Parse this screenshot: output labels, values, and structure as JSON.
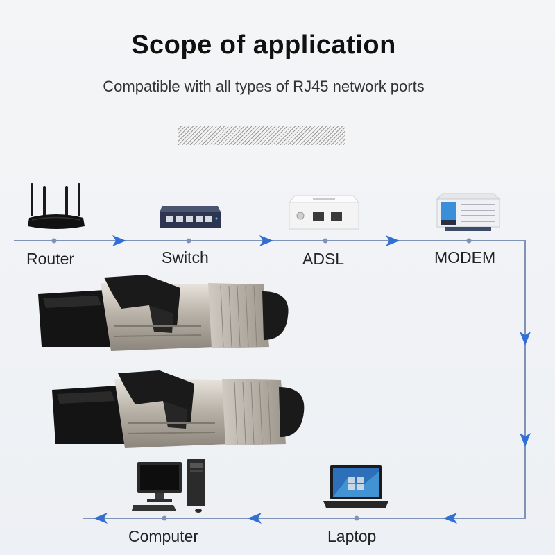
{
  "header": {
    "title": "Scope of application",
    "subtitle": "Compatible with all types of RJ45 network ports"
  },
  "devices": {
    "router": {
      "label": "Router",
      "icon": "router-icon"
    },
    "switch": {
      "label": "Switch",
      "icon": "switch-icon"
    },
    "adsl": {
      "label": "ADSL",
      "icon": "adsl-icon"
    },
    "modem": {
      "label": "MODEM",
      "icon": "modem-icon"
    },
    "laptop": {
      "label": "Laptop",
      "icon": "laptop-icon"
    },
    "computer": {
      "label": "Computer",
      "icon": "computer-icon"
    }
  },
  "colors": {
    "line": "#7f93b8",
    "arrow": "#2f6fd6",
    "background": "#f1f3f6"
  }
}
